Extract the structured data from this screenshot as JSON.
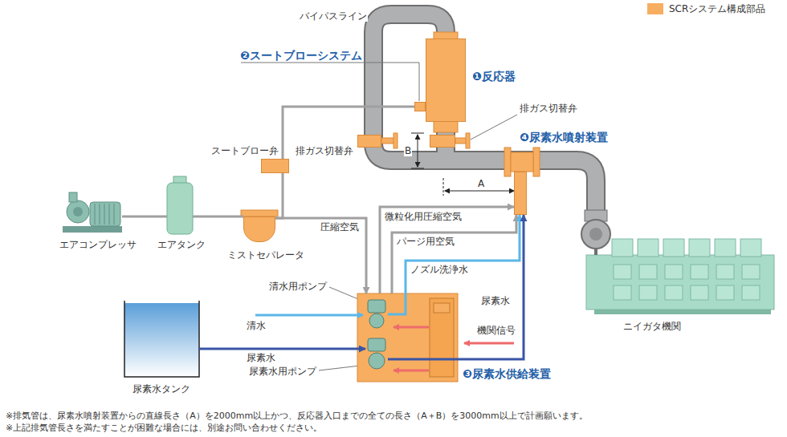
{
  "diagram": {
    "nodes": [
      {
        "text": [
          "❶反応器"
        ]
      },
      {
        "text": [
          "❷スートブローシステム"
        ]
      },
      {
        "text": [
          "❹尿素水噴射装置"
        ]
      },
      {
        "text": [
          "排ガス切替弁"
        ]
      },
      {
        "text": [
          "排ガス切替弁"
        ]
      },
      {
        "text": [
          "スートブロー弁"
        ]
      },
      {
        "text": [
          "エアコンプレッサ"
        ]
      },
      {
        "text": [
          "エアタンク"
        ]
      },
      {
        "text": [
          "ミストセパレータ"
        ]
      },
      {
        "text": [
          "❸尿素水供給装置"
        ]
      },
      {
        "text": [
          "清水用ポンプ"
        ],
        "in": 9
      },
      {
        "text": [
          "尿素水用ポンプ"
        ],
        "in": 9
      },
      {
        "text": [
          "尿素水タンク"
        ]
      },
      {
        "text": [
          "ニイガタ機関"
        ]
      }
    ],
    "edges": [
      {
        "from": 6,
        "to": 7,
        "arrow": "none"
      },
      {
        "from": 7,
        "to": 8,
        "arrow": "none"
      },
      {
        "from": 8,
        "to": 5,
        "arrow": "none"
      },
      {
        "from": 5,
        "to": 1,
        "arrow": "none"
      },
      {
        "from": 8,
        "to": 9,
        "label": "圧縮空気",
        "arrow": "to"
      },
      {
        "from": 9,
        "to": 2,
        "label": "微粒化用圧縮空気",
        "arrow": "to"
      },
      {
        "from": 9,
        "to": 2,
        "label": "パージ用空気",
        "arrow": "to"
      },
      {
        "from": 10,
        "to": 2,
        "label": "ノズル洗浄水",
        "arrow": "to"
      },
      {
        "from": 11,
        "to": 2,
        "label": "尿素水",
        "arrow": "to"
      },
      {
        "from": 12,
        "to": 11,
        "label": "尿素水",
        "arrow": "to"
      }
    ],
    "labels": [
      "バイパスライン",
      "A",
      "B",
      "清水",
      "機関信号",
      "※排気管は、尿素水噴射装置からの直線長さ（A）を2000mm以上かつ、反応器入口までの全ての長さ（A＋B）を3000mm以上で計画願います。",
      "※上記排気管長さを満たすことが困難な場合には、別途お問い合わせください。"
    ],
    "legend": [
      {
        "text": "SCRシステム構成部品",
        "color": "#f7ae61"
      }
    ]
  }
}
